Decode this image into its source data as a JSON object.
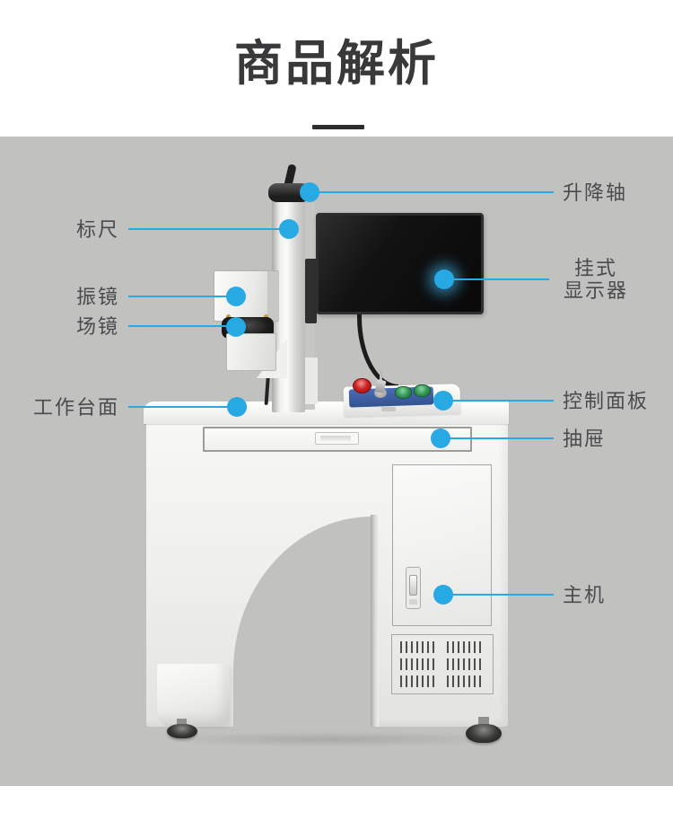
{
  "header": {
    "title": "商品解析"
  },
  "colors": {
    "accent_blue": "#27a9e4",
    "line_blue": "#2aa8e0",
    "background_gray": "#c1c1bf",
    "title_text": "#39393b",
    "label_text": "#4b4b4d"
  },
  "callouts": {
    "lifting_axis": {
      "label": "升降轴"
    },
    "wall_monitor": {
      "label_line1": "挂式",
      "label_line2": "显示器"
    },
    "control_panel": {
      "label": "控制面板"
    },
    "drawer": {
      "label": "抽屉"
    },
    "main_unit": {
      "label": "主机"
    },
    "ruler": {
      "label": "标尺"
    },
    "galvanometer": {
      "label": "振镜"
    },
    "field_lens": {
      "label": "场镜"
    },
    "worktable": {
      "label": "工作台面"
    }
  }
}
